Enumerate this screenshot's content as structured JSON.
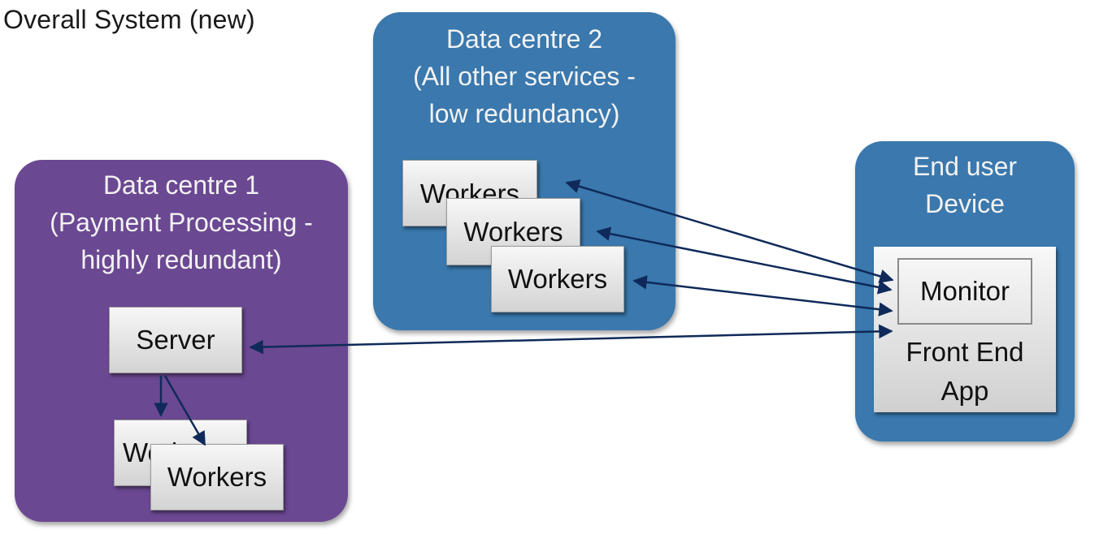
{
  "title": "Overall System (new)",
  "regions": {
    "dc1": {
      "label_lines": [
        "Data centre 1",
        "(Payment Processing -",
        "highly redundant)"
      ],
      "color": "#6b4892",
      "server_label": "Server",
      "workers": [
        "Workers",
        "Workers"
      ]
    },
    "dc2": {
      "label_lines": [
        "Data centre 2",
        "(All other services -",
        "low redundancy)"
      ],
      "color": "#3a78ad",
      "workers": [
        "Workers",
        "Workers",
        "Workers"
      ]
    },
    "device": {
      "label_lines": [
        "End user",
        "Device"
      ],
      "color": "#3a78ad",
      "monitor_label": "Monitor",
      "app_label_lines": [
        "Front End",
        "App"
      ]
    }
  },
  "connections": [
    {
      "from": "dc2-workers-1",
      "to": "monitor",
      "direction": "bidirectional"
    },
    {
      "from": "dc2-workers-2",
      "to": "monitor",
      "direction": "bidirectional"
    },
    {
      "from": "dc2-workers-3",
      "to": "monitor",
      "direction": "bidirectional"
    },
    {
      "from": "server",
      "to": "front-end-app",
      "direction": "bidirectional"
    },
    {
      "from": "server",
      "to": "dc1-workers-1",
      "direction": "one-way"
    },
    {
      "from": "server",
      "to": "dc1-workers-2",
      "direction": "one-way"
    }
  ],
  "arrow_color": "#0f2a5a"
}
